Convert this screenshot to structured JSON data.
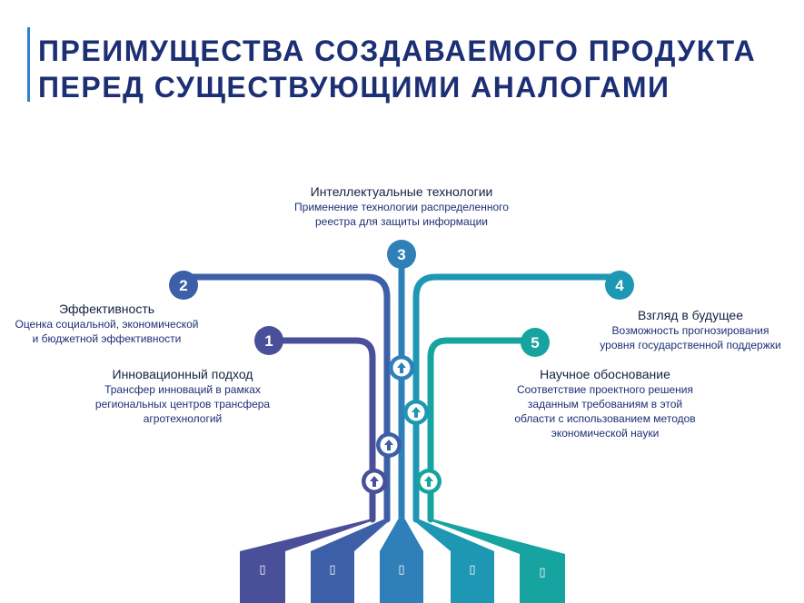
{
  "title": {
    "line1": "ПРЕИМУЩЕСТВА СОЗДАВАЕМОГО ПРОДУКТА",
    "line2": "ПЕРЕД СУЩЕСТВУЮЩИМИ АНАЛОГАМИ"
  },
  "items": [
    {
      "number": "1",
      "heading": "Инновационный подход",
      "desc1": "Трансфер инноваций в рамках",
      "desc2": "региональных центров трансфера",
      "desc3": "агротехнологий",
      "color": "#4a4f9a"
    },
    {
      "number": "2",
      "heading": "Эффективность",
      "desc1": "Оценка  социальной, экономической",
      "desc2": "и бюджетной эффективности",
      "color": "#3d5fa8"
    },
    {
      "number": "3",
      "heading": "Интеллектуальные технологии",
      "desc1": "Применение технологии распределенного",
      "desc2": "реестра для защиты информации",
      "color": "#2f80b8"
    },
    {
      "number": "4",
      "heading": "Взгляд в будущее",
      "desc1": "Возможность прогнозирования",
      "desc2": "уровня государственной поддержки",
      "color": "#1e97b4"
    },
    {
      "number": "5",
      "heading": "Научное обоснование",
      "desc1": "Соответствие проектного решения",
      "desc2": "заданным требованиям в этой",
      "desc3": "области с использованием методов",
      "desc4": "экономической науки",
      "color": "#17a4a0"
    }
  ],
  "icons": {
    "arrow": "arrow-up-icon",
    "box": "document-icon"
  },
  "box_glyph": "▯"
}
